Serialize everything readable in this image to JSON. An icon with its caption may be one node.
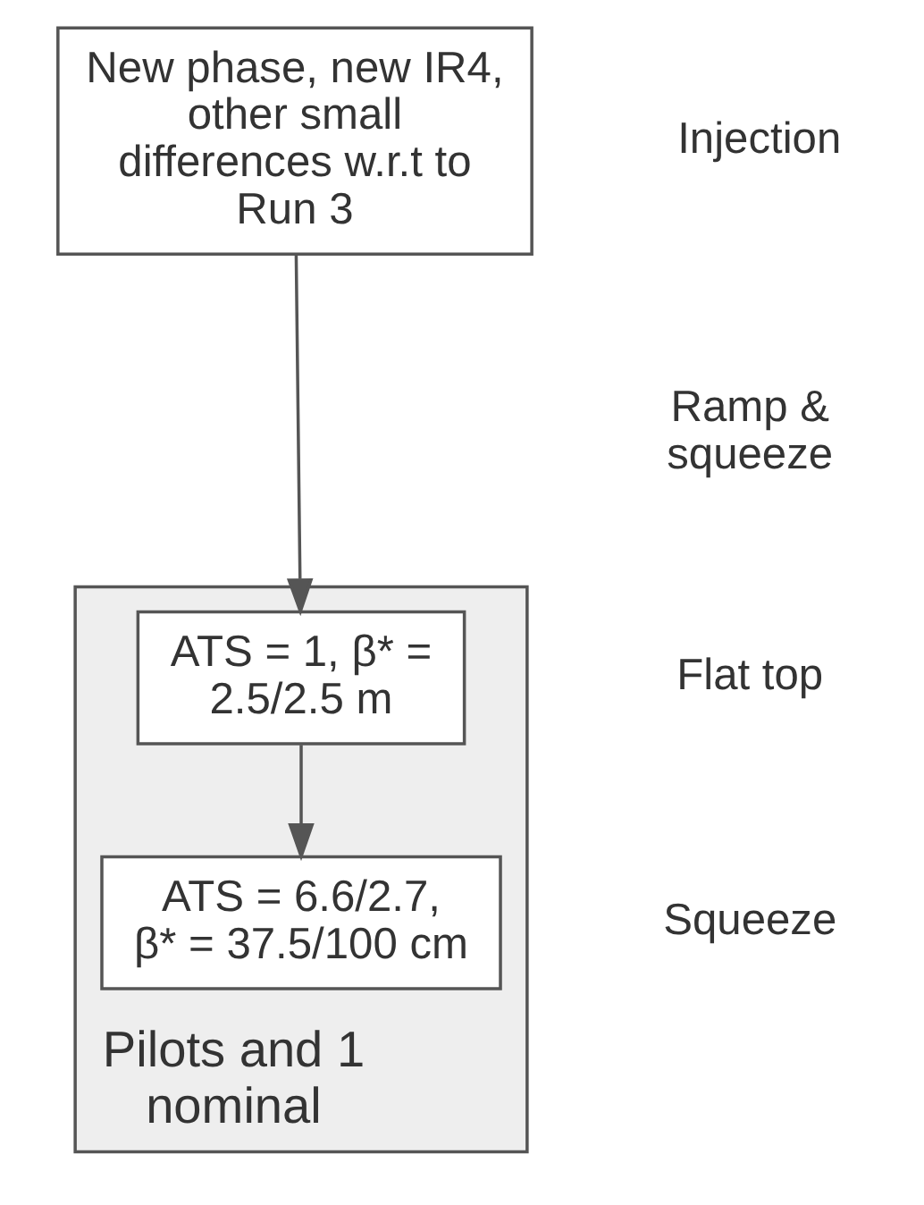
{
  "diagram": {
    "nodes": [
      {
        "text": [
          "New phase, new IR4, other small differences w.r.t to Run 3"
        ]
      },
      {
        "text": [
          "Pilots and 1 nominal"
        ]
      },
      {
        "text": [
          "ATS = 1, β* = 2.5/2.5 m"
        ],
        "in": 1
      },
      {
        "text": [
          "ATS = 6.6/2.7, β* = 37.5/100 cm"
        ],
        "in": 1
      }
    ],
    "edges": [
      {
        "from": 0,
        "to": 2,
        "arrow": "to"
      },
      {
        "from": 2,
        "to": 3,
        "arrow": "to"
      }
    ],
    "labels": [
      "Injection",
      "Ramp & squeeze",
      "Flat top",
      "Squeeze"
    ]
  }
}
